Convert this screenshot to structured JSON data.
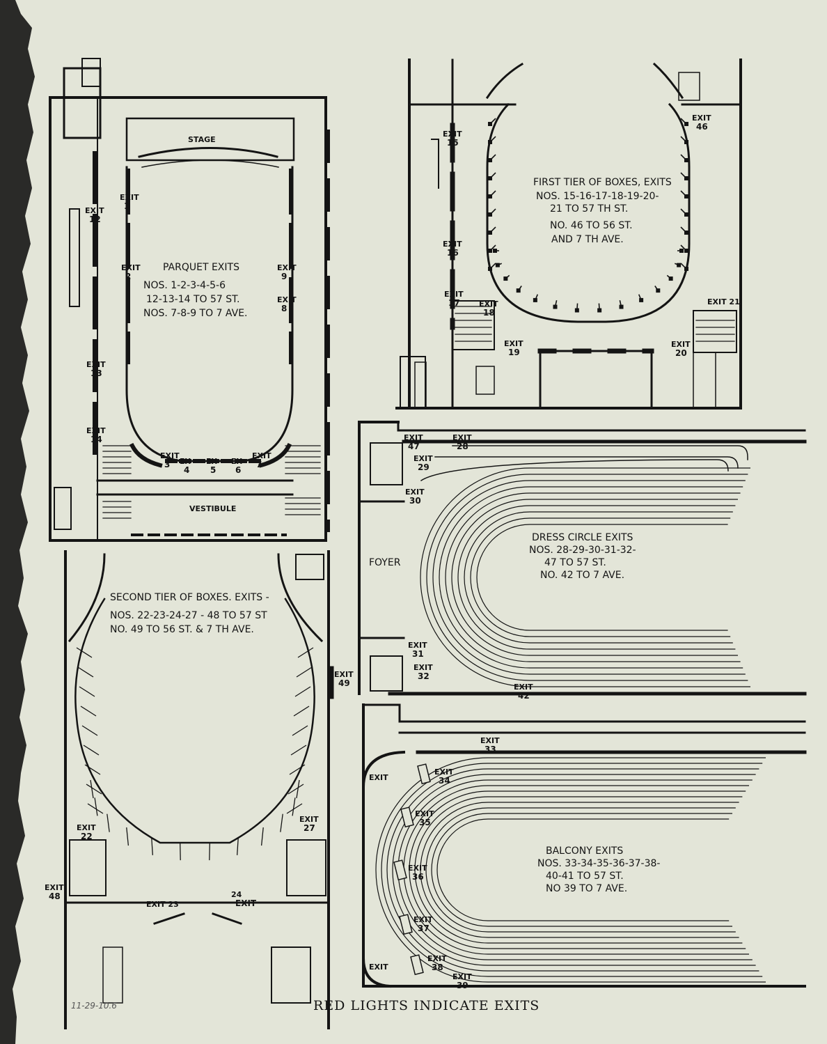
{
  "plan_labels": {
    "stage": "STAGE",
    "vestibule": "VESTIBULE",
    "foyer": "FOYER"
  },
  "headings": {
    "parquet": [
      "PARQUET EXITS",
      "NOS. 1-2-3-4-5-6",
      "12-13-14 TO 57 ST.",
      "NOS. 7-8-9 TO 7 AVE."
    ],
    "first_tier": [
      "FIRST TIER OF BOXES, EXITS",
      "NOS. 15-16-17-18-19-20-",
      "21 TO 57 TH ST.",
      "NO. 46 TO 56 ST.",
      "AND 7 TH AVE."
    ],
    "dress_circle": [
      "DRESS CIRCLE EXITS",
      "NOS. 28-29-30-31-32-",
      "47 TO 57 ST.",
      "NO. 42 TO 7 AVE."
    ],
    "second_tier": [
      "SECOND TIER OF BOXES. EXITS -",
      "NOS. 22-23-24-27 - 48 TO 57 ST",
      "NO. 49 TO 56 ST. & 7 TH AVE."
    ],
    "balcony": [
      "BALCONY EXITS",
      "NOS. 33-34-35-36-37-38-",
      "40-41 TO 57 ST.",
      "NO 39 TO 7 AVE."
    ]
  },
  "exits": [
    {
      "word": "EXIT",
      "num": "1"
    },
    {
      "word": "EXIT",
      "num": "2"
    },
    {
      "word": "EXIT",
      "num": "12"
    },
    {
      "word": "EXIT",
      "num": "9"
    },
    {
      "word": "EXIT",
      "num": "8"
    },
    {
      "word": "EXIT",
      "num": "13"
    },
    {
      "word": "EXIT",
      "num": "14"
    },
    {
      "word": "EXIT",
      "num": "3"
    },
    {
      "word": "EX",
      "num": "4"
    },
    {
      "word": "EX",
      "num": "5"
    },
    {
      "word": "EX",
      "num": "6"
    },
    {
      "word": "EXIT",
      "num": "7"
    },
    {
      "word": "EXIT",
      "num": "15"
    },
    {
      "word": "EXIT",
      "num": "16"
    },
    {
      "word": "EXIT",
      "num": "17"
    },
    {
      "word": "EXIT",
      "num": "18"
    },
    {
      "word": "EXIT",
      "num": "19"
    },
    {
      "word": "EXIT",
      "num": "46"
    },
    {
      "word": "EXIT 21",
      "num": ""
    },
    {
      "word": "EXIT",
      "num": "20"
    },
    {
      "word": "EXIT",
      "num": "47"
    },
    {
      "word": "EXIT",
      "num": "28"
    },
    {
      "word": "EXIT",
      "num": "29"
    },
    {
      "word": "EXIT",
      "num": "30"
    },
    {
      "word": "EXIT",
      "num": "31"
    },
    {
      "word": "EXIT",
      "num": "32"
    },
    {
      "word": "EXIT",
      "num": "42"
    },
    {
      "word": "EXIT",
      "num": "49"
    },
    {
      "word": "EXIT",
      "num": "22"
    },
    {
      "word": "EXIT",
      "num": "27"
    },
    {
      "word": "EXIT",
      "num": "48"
    },
    {
      "word": "EXIT 23",
      "num": ""
    },
    {
      "word": "24",
      "num": "EXIT"
    },
    {
      "word": "EXIT",
      "num": "33"
    },
    {
      "word": "EXIT",
      "num": "34"
    },
    {
      "word": "EXIT",
      "num": "35"
    },
    {
      "word": "EXIT",
      "num": "36"
    },
    {
      "word": "EXIT",
      "num": "37"
    },
    {
      "word": "EXIT",
      "num": "38"
    },
    {
      "word": "EXIT",
      "num": "39"
    },
    {
      "word": "EXIT",
      "num": ""
    },
    {
      "word": "EXIT",
      "num": ""
    }
  ],
  "bottom_caption": "RED LIGHTS INDICATE EXITS",
  "margin_note": "11-29-10.6",
  "colors": {
    "paper": "#e3e5d8",
    "ink": "#141414",
    "background": "#2a2a28"
  }
}
